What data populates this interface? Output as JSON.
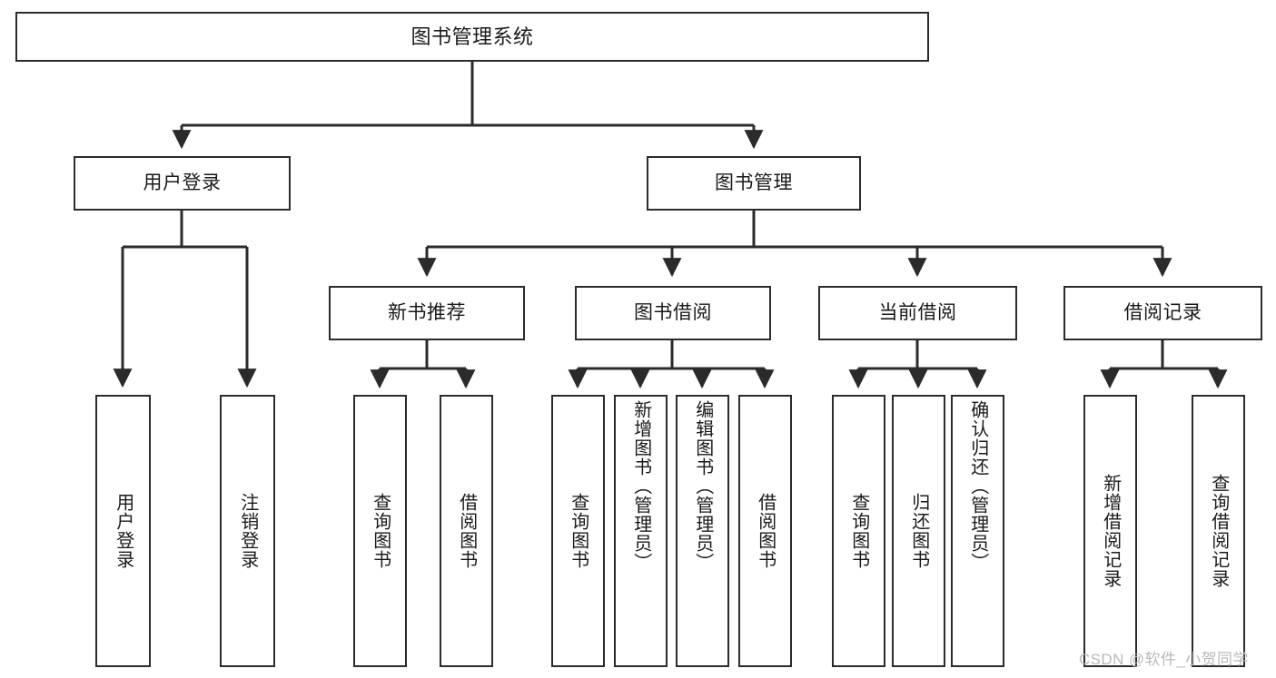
{
  "diagram": {
    "title": "图书管理系统",
    "type": "tree-hierarchy",
    "watermark": "CSDN @软件_小贺同学",
    "root": {
      "id": "root",
      "label": "图书管理系统"
    },
    "level1": [
      {
        "id": "user-login",
        "label": "用户登录"
      },
      {
        "id": "book-manage",
        "label": "图书管理"
      }
    ],
    "level2": [
      {
        "id": "new-book-recommend",
        "label": "新书推荐",
        "parent": "book-manage"
      },
      {
        "id": "book-borrow",
        "label": "图书借阅",
        "parent": "book-manage"
      },
      {
        "id": "current-borrow",
        "label": "当前借阅",
        "parent": "book-manage"
      },
      {
        "id": "borrow-record",
        "label": "借阅记录",
        "parent": "book-manage"
      }
    ],
    "leaves": {
      "user-login": [
        {
          "id": "leaf-user-login",
          "label": "用户登录"
        },
        {
          "id": "leaf-logout",
          "label": "注销登录"
        }
      ],
      "new-book-recommend": [
        {
          "id": "leaf-query-book-1",
          "label": "查询图书"
        },
        {
          "id": "leaf-borrow-book-1",
          "label": "借阅图书"
        }
      ],
      "book-borrow": [
        {
          "id": "leaf-query-book-2",
          "label": "查询图书"
        },
        {
          "id": "leaf-add-book",
          "label": "新增图书（管理员）"
        },
        {
          "id": "leaf-edit-book",
          "label": "编辑图书（管理员）"
        },
        {
          "id": "leaf-borrow-book-2",
          "label": "借阅图书"
        }
      ],
      "current-borrow": [
        {
          "id": "leaf-query-book-3",
          "label": "查询图书"
        },
        {
          "id": "leaf-return-book",
          "label": "归还图书"
        },
        {
          "id": "leaf-confirm-return",
          "label": "确认归还（管理员）"
        }
      ],
      "borrow-record": [
        {
          "id": "leaf-add-record",
          "label": "新增借阅记录"
        },
        {
          "id": "leaf-query-record",
          "label": "查询借阅记录"
        }
      ]
    },
    "colors": {
      "stroke": "#2b2b2b",
      "fill": "#ffffff",
      "text": "#1a1a1a",
      "watermark": "#b9b9b9"
    }
  }
}
